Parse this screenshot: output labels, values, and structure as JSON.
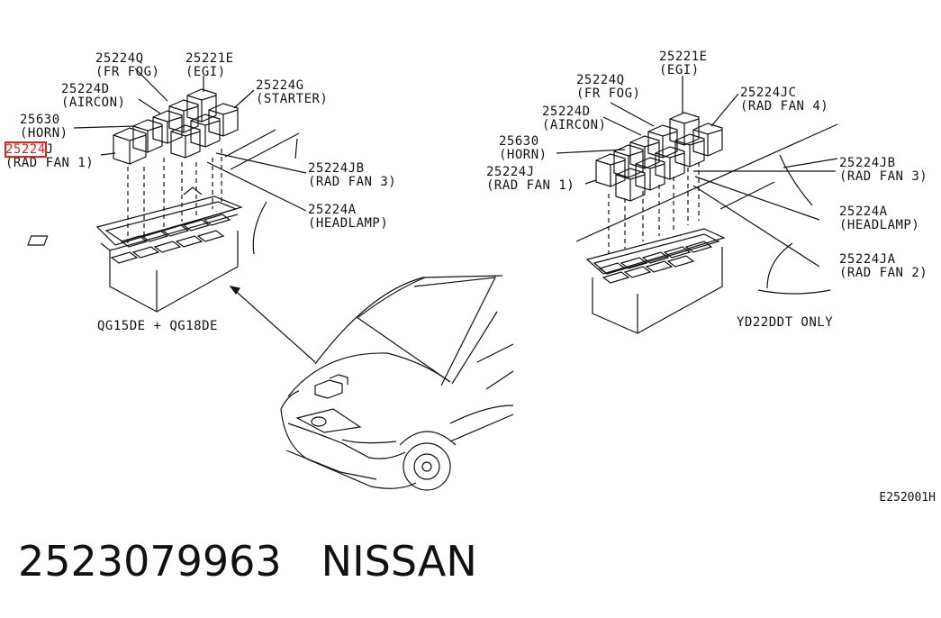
{
  "left_diagram": {
    "caption": "QG15DE + QG18DE",
    "labels": [
      {
        "id": "fr_fog",
        "part": "25224Q",
        "name": "(FR FOG)"
      },
      {
        "id": "egi",
        "part": "25221E",
        "name": "(EGI)"
      },
      {
        "id": "aircon",
        "part": "25224D",
        "name": "(AIRCON)"
      },
      {
        "id": "starter",
        "part": "25224G",
        "name": "(STARTER)"
      },
      {
        "id": "horn",
        "part": "25630",
        "name": "(HORN)"
      },
      {
        "id": "rad_fan1",
        "part_highlight": "25224",
        "part_suffix": "J",
        "name": "(RAD FAN 1)"
      },
      {
        "id": "rad_fan3",
        "part": "25224JB",
        "name": "(RAD FAN 3)"
      },
      {
        "id": "headlamp",
        "part": "25224A",
        "name": "(HEADLAMP)"
      }
    ]
  },
  "right_diagram": {
    "caption": "YD22DDT ONLY",
    "labels": [
      {
        "id": "egi",
        "part": "25221E",
        "name": "(EGI)"
      },
      {
        "id": "fr_fog",
        "part": "25224Q",
        "name": "(FR FOG)"
      },
      {
        "id": "rad_fan4",
        "part": "25224JC",
        "name": "(RAD FAN 4)"
      },
      {
        "id": "aircon",
        "part": "25224D",
        "name": "(AIRCON)"
      },
      {
        "id": "horn",
        "part": "25630",
        "name": "(HORN)"
      },
      {
        "id": "rad_fan1",
        "part": "25224J",
        "name": "(RAD FAN 1)"
      },
      {
        "id": "rad_fan3",
        "part": "25224JB",
        "name": "(RAD FAN 3)"
      },
      {
        "id": "headlamp",
        "part": "25224A",
        "name": "(HEADLAMP)"
      },
      {
        "id": "rad_fan2",
        "part": "25224JA",
        "name": "(RAD FAN 2)"
      }
    ]
  },
  "figure_code": "E252001H",
  "footer": {
    "part_number": "2523079963",
    "brand": "NISSAN"
  },
  "colors": {
    "ink": "#111111",
    "highlight": "#e0201b"
  }
}
